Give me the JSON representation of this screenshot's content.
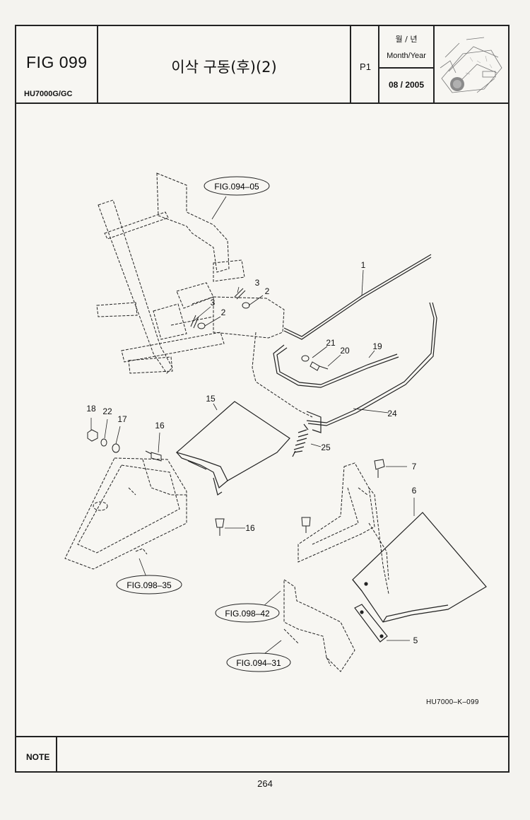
{
  "header": {
    "fig_number": "FIG 099",
    "model": "HU7000G/GC",
    "title": "이삭 구동(후)(2)",
    "page_code": "P1",
    "month_year_ko": "월 / 년",
    "month_year_en": "Month/Year",
    "date": "08 / 2005",
    "thumbnail_icon": "harvester-thumbnail-icon"
  },
  "diagram": {
    "references": {
      "fig_094_05": "FIG.094–05",
      "fig_098_35": "FIG.098–35",
      "fig_098_42": "FIG.098–42",
      "fig_094_31": "FIG.094–31"
    },
    "callouts": {
      "c1": "1",
      "c2a": "2",
      "c2b": "2",
      "c3a": "3",
      "c3b": "3",
      "c5": "5",
      "c6": "6",
      "c7": "7",
      "c15": "15",
      "c16a": "16",
      "c16b": "16",
      "c17": "17",
      "c18": "18",
      "c19": "19",
      "c20": "20",
      "c21": "21",
      "c22": "22",
      "c24": "24",
      "c25": "25"
    },
    "drawing_code": "HU7000–K–099"
  },
  "note": {
    "label": "NOTE"
  },
  "footer": {
    "page_number": "264"
  }
}
